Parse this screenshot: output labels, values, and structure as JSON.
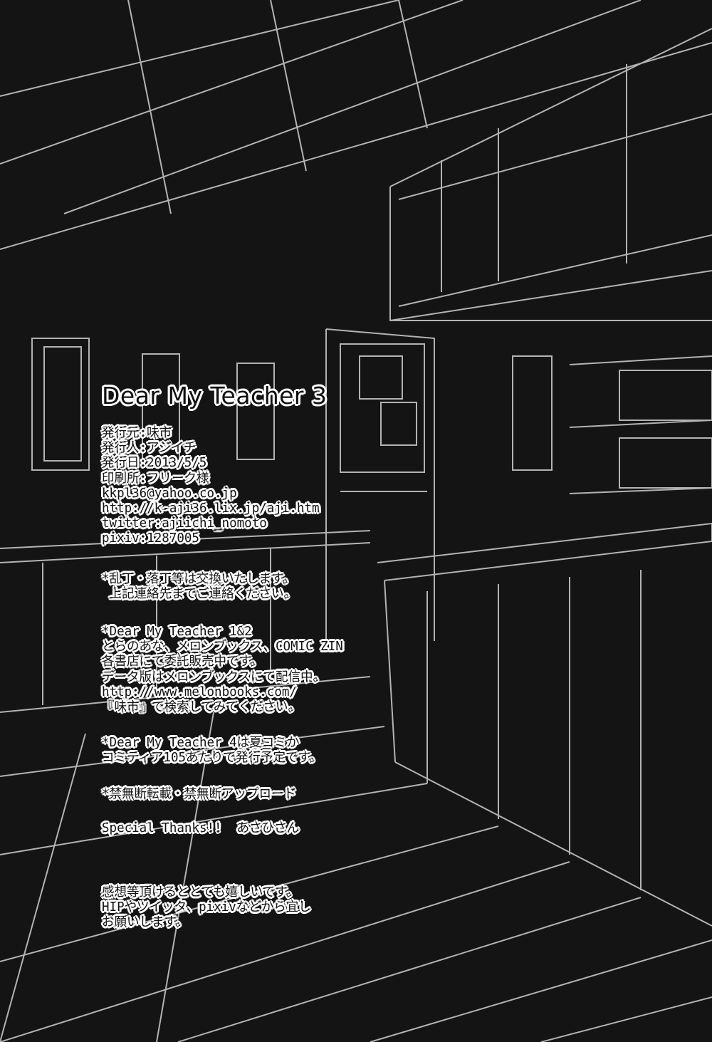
{
  "title": "Dear My Teacher 3",
  "colophon": [
    "発行元:味市",
    "発行人:アジイチ",
    "発行日:2013/5/5",
    "印刷所:フリーク様",
    "kkpl36@yahoo.co.jp",
    "http://k-aji36.lix.jp/aji.htm",
    "twitter:ajiichi_nomoto",
    "pixiv:1287005"
  ],
  "notice_defects": [
    "*乱丁・落丁等は交換いたします。",
    " 上記連絡先までご連絡ください。"
  ],
  "notice_sales": [
    "*Dear My Teacher 1&2",
    "とらのあな、メロンブックス、COMIC ZIN",
    "各書店にて委託販売中です。",
    "データ版はメロンブックスにて配信中。",
    "http://www.melonbooks.com/",
    "『味市』で検索してみてください。"
  ],
  "notice_next": [
    "*Dear My Teacher 4は夏コミか",
    "コミティア105あたりで発行予定です。"
  ],
  "notice_copyright": "*禁無断転載・禁無断アップロード",
  "thanks": "Special Thanks!!  あさひさん",
  "closing": [
    "感想等頂けるととても嬉しいです。",
    "HIPやツイッタ、pixivなどから宜し",
    "お願いします。"
  ]
}
